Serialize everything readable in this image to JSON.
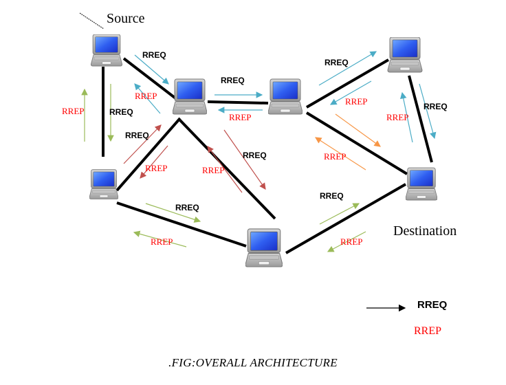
{
  "figure": {
    "caption": ".FIG:OVERALL ARCHITECTURE",
    "colors": {
      "link": "#000000",
      "rreq_text": "#000000",
      "rrep_text": "#ff0000",
      "arrow_blue": "#4bacc6",
      "arrow_green": "#9bbb59",
      "arrow_red": "#c0504d",
      "arrow_orange": "#f79646",
      "screen_blue": "#2a4fe0",
      "laptop_gray": "#b5b5b5"
    }
  },
  "nodes": [
    {
      "id": "source",
      "label": "Source"
    },
    {
      "id": "n2",
      "label": ""
    },
    {
      "id": "n3",
      "label": ""
    },
    {
      "id": "n4",
      "label": ""
    },
    {
      "id": "n5",
      "label": ""
    },
    {
      "id": "destination",
      "label": "Destination"
    },
    {
      "id": "n7",
      "label": ""
    }
  ],
  "links": [
    {
      "from": "source",
      "to": "n2"
    },
    {
      "from": "source",
      "to": "n5"
    },
    {
      "from": "n2",
      "to": "n3"
    },
    {
      "from": "n2",
      "to": "n5"
    },
    {
      "from": "n2",
      "to": "n7"
    },
    {
      "from": "n3",
      "to": "n4"
    },
    {
      "from": "n3",
      "to": "destination"
    },
    {
      "from": "n4",
      "to": "destination"
    },
    {
      "from": "n5",
      "to": "n7"
    },
    {
      "from": "n7",
      "to": "destination"
    }
  ],
  "messages": [
    {
      "type": "RREQ",
      "label": "RREQ",
      "from": "source",
      "to": "n2",
      "color": "blue"
    },
    {
      "type": "RREP",
      "label": "RREP",
      "from": "n2",
      "to": "source",
      "color": "blue"
    },
    {
      "type": "RREQ",
      "label": "RREQ",
      "from": "source",
      "to": "n5",
      "color": "green"
    },
    {
      "type": "RREP",
      "label": "RREP",
      "from": "n5",
      "to": "source",
      "color": "green"
    },
    {
      "type": "RREQ",
      "label": "RREQ",
      "from": "n2",
      "to": "n3",
      "color": "blue"
    },
    {
      "type": "RREP",
      "label": "RREP",
      "from": "n3",
      "to": "n2",
      "color": "blue"
    },
    {
      "type": "RREQ",
      "label": "RREQ",
      "from": "n5",
      "to": "n2",
      "color": "red"
    },
    {
      "type": "RREP",
      "label": "RREP",
      "from": "n2",
      "to": "n5",
      "color": "red"
    },
    {
      "type": "RREQ",
      "label": "RREQ",
      "from": "n2",
      "to": "n7",
      "color": "red"
    },
    {
      "type": "RREP",
      "label": "RREP",
      "from": "n7",
      "to": "n2",
      "color": "red"
    },
    {
      "type": "RREQ",
      "label": "RREQ",
      "from": "n3",
      "to": "n4",
      "color": "blue"
    },
    {
      "type": "RREP",
      "label": "RREP",
      "from": "n4",
      "to": "n3",
      "color": "blue"
    },
    {
      "type": "RREQ",
      "label": "",
      "from": "n3",
      "to": "destination",
      "color": "orange"
    },
    {
      "type": "RREP",
      "label": "RREP",
      "from": "destination",
      "to": "n3",
      "color": "orange"
    },
    {
      "type": "RREQ",
      "label": "RREQ",
      "from": "n4",
      "to": "destination",
      "color": "blue"
    },
    {
      "type": "RREP",
      "label": "RREP",
      "from": "destination",
      "to": "n4",
      "color": "blue"
    },
    {
      "type": "RREQ",
      "label": "RREQ",
      "from": "n5",
      "to": "n7",
      "color": "green"
    },
    {
      "type": "RREP",
      "label": "RREP",
      "from": "n7",
      "to": "n5",
      "color": "green"
    },
    {
      "type": "RREQ",
      "label": "RREQ",
      "from": "n7",
      "to": "destination",
      "color": "green"
    },
    {
      "type": "RREP",
      "label": "RREP",
      "from": "destination",
      "to": "n7",
      "color": "green"
    }
  ],
  "legend": {
    "rreq_label": "RREQ",
    "rrep_label": "RREP"
  }
}
